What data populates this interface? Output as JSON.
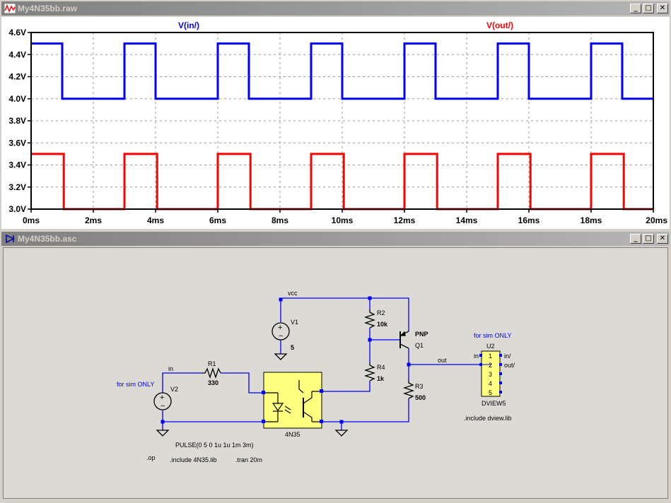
{
  "waveform_window": {
    "title": "My4N35bb.raw",
    "trace_labels": [
      {
        "text": "V(in/)",
        "color": "#0000ff"
      },
      {
        "text": "V(out/)",
        "color": "#ff0000"
      }
    ],
    "y_ticks": [
      "4.6V",
      "4.4V",
      "4.2V",
      "4.0V",
      "3.8V",
      "3.6V",
      "3.4V",
      "3.2V",
      "3.0V"
    ],
    "x_ticks": [
      "0ms",
      "2ms",
      "4ms",
      "6ms",
      "8ms",
      "10ms",
      "12ms",
      "14ms",
      "16ms",
      "18ms",
      "20ms"
    ]
  },
  "chart_data": {
    "type": "line",
    "title": "",
    "xlabel": "",
    "ylabel": "",
    "xlim": [
      0,
      20
    ],
    "ylim": [
      3.0,
      4.6
    ],
    "grid": true,
    "legend_position": "top",
    "series": [
      {
        "name": "V(in/)",
        "color": "#0000ff",
        "x": [
          0,
          1,
          1,
          3,
          3,
          4,
          4,
          6,
          6,
          7,
          7,
          9,
          9,
          10,
          10,
          12,
          12,
          13,
          13,
          15,
          15,
          16,
          16,
          18,
          18,
          19,
          19,
          20
        ],
        "y": [
          4.5,
          4.5,
          4.0,
          4.0,
          4.5,
          4.5,
          4.0,
          4.0,
          4.5,
          4.5,
          4.0,
          4.0,
          4.5,
          4.5,
          4.0,
          4.0,
          4.5,
          4.5,
          4.0,
          4.0,
          4.5,
          4.5,
          4.0,
          4.0,
          4.5,
          4.5,
          4.0,
          4.0
        ]
      },
      {
        "name": "V(out/)",
        "color": "#ff0000",
        "x": [
          0,
          1.05,
          1.05,
          3,
          3,
          4.05,
          4.05,
          6,
          6,
          7.05,
          7.05,
          9,
          9,
          10.05,
          10.05,
          12,
          12,
          13.05,
          13.05,
          15,
          15,
          16.05,
          16.05,
          18,
          18,
          19.05,
          19.05,
          20
        ],
        "y": [
          3.5,
          3.5,
          3.0,
          3.0,
          3.5,
          3.5,
          3.0,
          3.0,
          3.5,
          3.5,
          3.0,
          3.0,
          3.5,
          3.5,
          3.0,
          3.0,
          3.5,
          3.5,
          3.0,
          3.0,
          3.5,
          3.5,
          3.0,
          3.0,
          3.5,
          3.5,
          3.0,
          3.0
        ]
      }
    ]
  },
  "schematic_window": {
    "title": "My4N35bb.asc",
    "labels": {
      "vcc": "vcc",
      "v1_name": "V1",
      "v1_value": "5",
      "r2_name": "R2",
      "r2_value": "10k",
      "q1_type": "PNP",
      "q1_name": "Q1",
      "r4_name": "R4",
      "r4_value": "1k",
      "r3_name": "R3",
      "r3_value": "500",
      "out_net": "out",
      "in_net": "in",
      "r1_name": "R1",
      "r1_value": "330",
      "v2_note": "for sim ONLY",
      "v2_name": "V2",
      "opto_name": "4N35",
      "pulse": "PULSE(0 5 0 1u 1u 1m 3m)",
      "op": ".op",
      "include_4n35": ".include 4N35.lib",
      "tran": ".tran 20m",
      "u2_note": "for sim ONLY",
      "u2_name": "U2",
      "u2_pins": [
        "1",
        "2",
        "3",
        "4",
        "5"
      ],
      "u2_in": "in",
      "u2_in_out": "in/",
      "u2_out_out": "out/",
      "u2_part": "DVIEW5",
      "include_dview": ".include dview.lib"
    }
  }
}
